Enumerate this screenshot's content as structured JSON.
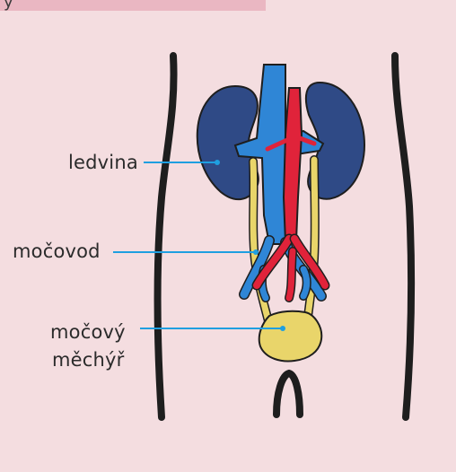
{
  "header": {
    "partial_glyph": "y"
  },
  "labels": {
    "kidney": "ledvina",
    "ureter": "močovod",
    "bladder_line1": "močový",
    "bladder_line2": "měchýř"
  },
  "colors": {
    "background": "#f4dde0",
    "header_band": "#eab7c2",
    "kidney": "#2f4a86",
    "vein": "#2f86d6",
    "artery": "#e0233a",
    "ureter_bladder": "#e9d56a",
    "outline": "#1e1e1e",
    "leader_line": "#1f9fe0"
  },
  "icons": [
    "kidney-left-shape",
    "kidney-right-shape",
    "bladder-shape",
    "vena-cava-shape",
    "aorta-shape"
  ]
}
